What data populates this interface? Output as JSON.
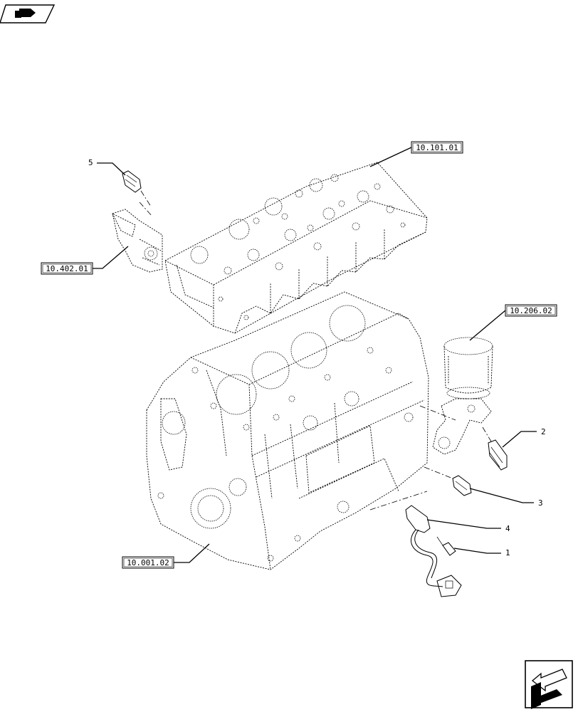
{
  "diagram": {
    "references": [
      {
        "id": "ref-10-101-01",
        "label": "10.101.01"
      },
      {
        "id": "ref-10-402-01",
        "label": "10.402.01"
      },
      {
        "id": "ref-10-206-02",
        "label": "10.206.02"
      },
      {
        "id": "ref-10-001-02",
        "label": "10.001.02"
      }
    ],
    "callouts": [
      {
        "id": "callout-5",
        "label": "5"
      },
      {
        "id": "callout-2",
        "label": "2"
      },
      {
        "id": "callout-3",
        "label": "3"
      },
      {
        "id": "callout-4",
        "label": "4"
      },
      {
        "id": "callout-1",
        "label": "1"
      }
    ],
    "icons": {
      "top_left": "book-hand-icon",
      "bottom_right": "next-page-arrow-icon"
    }
  }
}
